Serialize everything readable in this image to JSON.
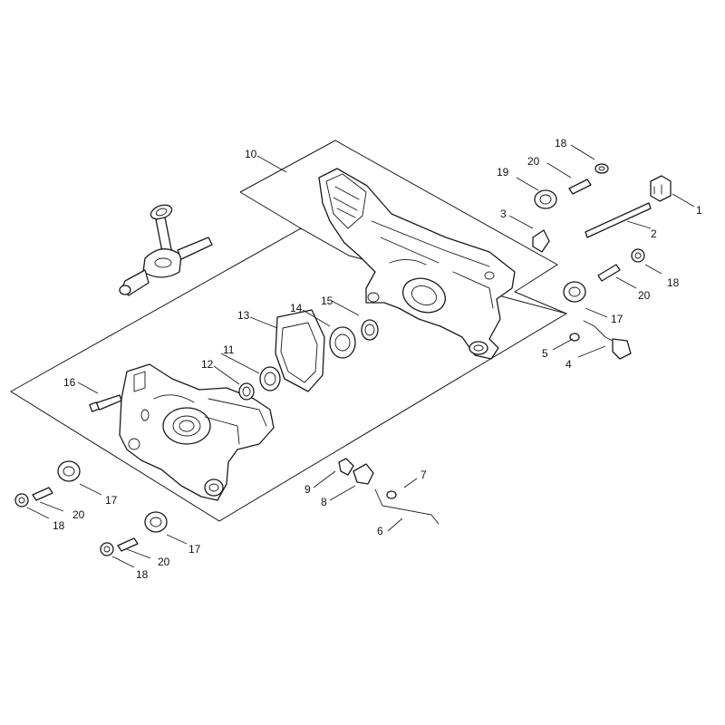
{
  "callouts": {
    "c1": "1",
    "c2": "2",
    "c3": "3",
    "c4": "4",
    "c5": "5",
    "c6": "6",
    "c7": "7",
    "c8": "8",
    "c9": "9",
    "c10": "10",
    "c11": "11",
    "c12": "12",
    "c13": "13",
    "c14": "14",
    "c15": "15",
    "c16": "16",
    "c17a": "17",
    "c17b": "17",
    "c17c": "17",
    "c18a": "18",
    "c18b": "18",
    "c18c": "18",
    "c18d": "18",
    "c19": "19",
    "c20a": "20",
    "c20b": "20",
    "c20c": "20",
    "c20d": "20"
  },
  "icons": {
    "crankshaft": "crankshaft-icon",
    "crankcase_right": "crankcase-half-icon",
    "crankcase_left": "crankcase-half-icon",
    "bearing": "ball-bearing-icon",
    "seal": "oil-seal-icon",
    "gasket": "gasket-icon",
    "buffer": "rubber-buffer-icon",
    "bolt": "bolt-icon",
    "washer": "washer-icon"
  }
}
